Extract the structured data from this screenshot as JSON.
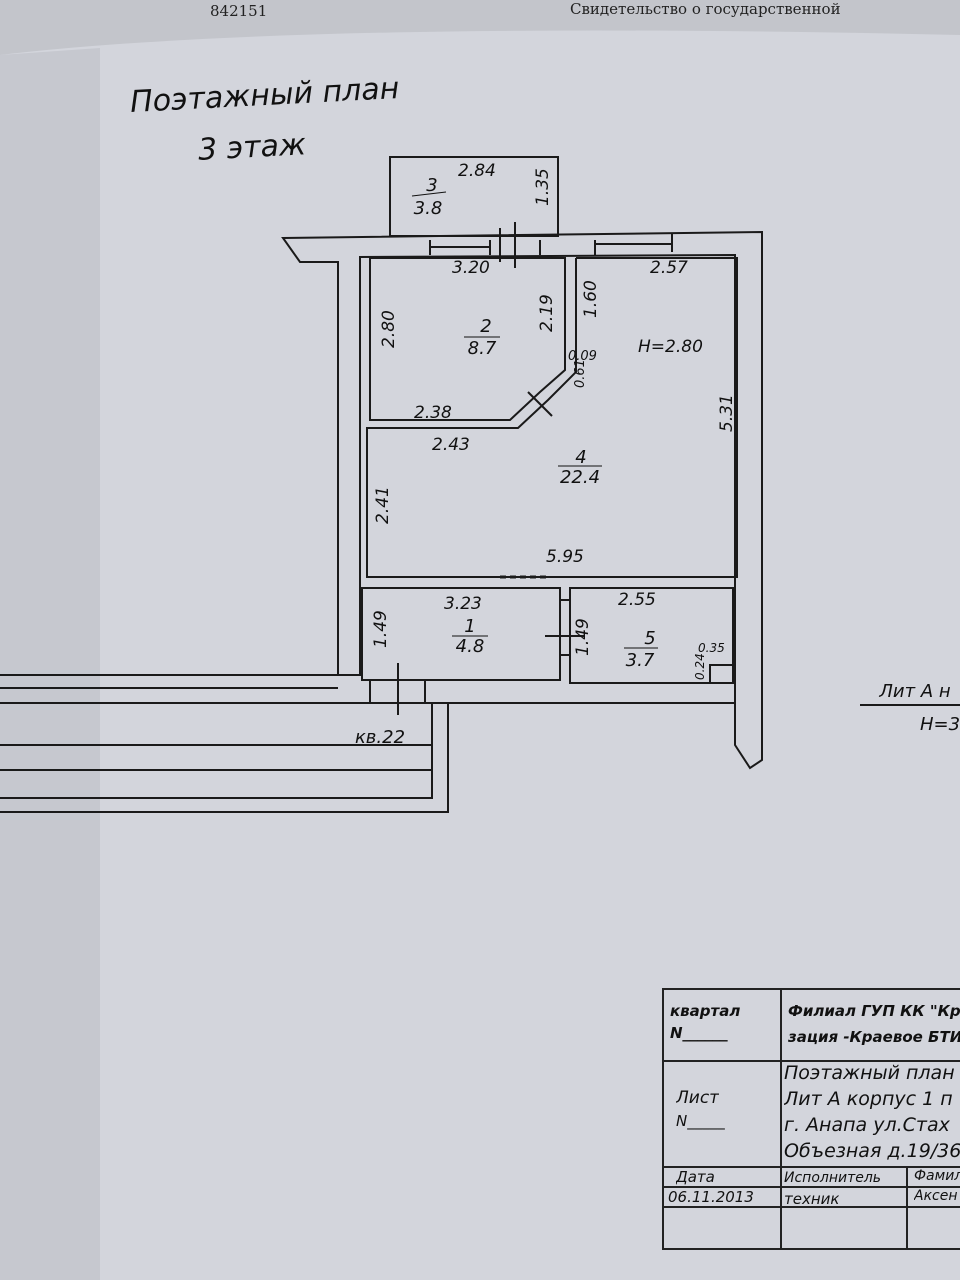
{
  "header": {
    "doc_number": "842151",
    "underlying_text": "Свидетельство о государственной"
  },
  "title": {
    "line1": "Поэтажный план",
    "line2": "3 этаж"
  },
  "rooms": [
    {
      "number": "3",
      "area": "3.8"
    },
    {
      "number": "2",
      "area": "8.7"
    },
    {
      "number": "4",
      "area": "22.4"
    },
    {
      "number": "1",
      "area": "4.8"
    },
    {
      "number": "5",
      "area": "3.7"
    }
  ],
  "dimensions": {
    "r3_width": "2.84",
    "r3_depth": "1.35",
    "r2_top": "3.20",
    "r2_left": "2.80",
    "r2_right": "2.19",
    "r2_bottom": "2.38",
    "r4_top": "2.57",
    "r4_left_upper": "1.60",
    "r4_diag1": "0.09",
    "r4_diag2": "0.61",
    "r4_right": "5.31",
    "r4_mid": "2.43",
    "r4_left": "2.41",
    "r4_bottom": "5.95",
    "ceiling_height": "H=2.80",
    "r1_top": "3.23",
    "r1_left": "1.49",
    "r1_right": "1.49",
    "r5_top": "2.55",
    "r5_niche_w": "0.35",
    "r5_niche_h": "0.24"
  },
  "neighbor": {
    "label": "кв.22"
  },
  "side_note": {
    "lit": "Лит А н",
    "height": "H=3"
  },
  "title_block": {
    "kvartal": "квартал",
    "kvartal_n": "N______",
    "org_line1": "Филиал ГУП КК \"Край",
    "org_line2": "зация -Краевое БТИ",
    "list": "Лист",
    "list_n": "N_____",
    "plan_line1": "Поэтажный план",
    "plan_line2": "Лит А корпус 1 п",
    "plan_line3": "г. Анапа ул.Стах",
    "plan_line4": "Объезная д.19/36",
    "date_label": "Дата",
    "date": "06.11.2013",
    "executor_label": "Исполнитель",
    "executor": "техник",
    "surname_label": "Фамил",
    "surname": "Аксен"
  }
}
